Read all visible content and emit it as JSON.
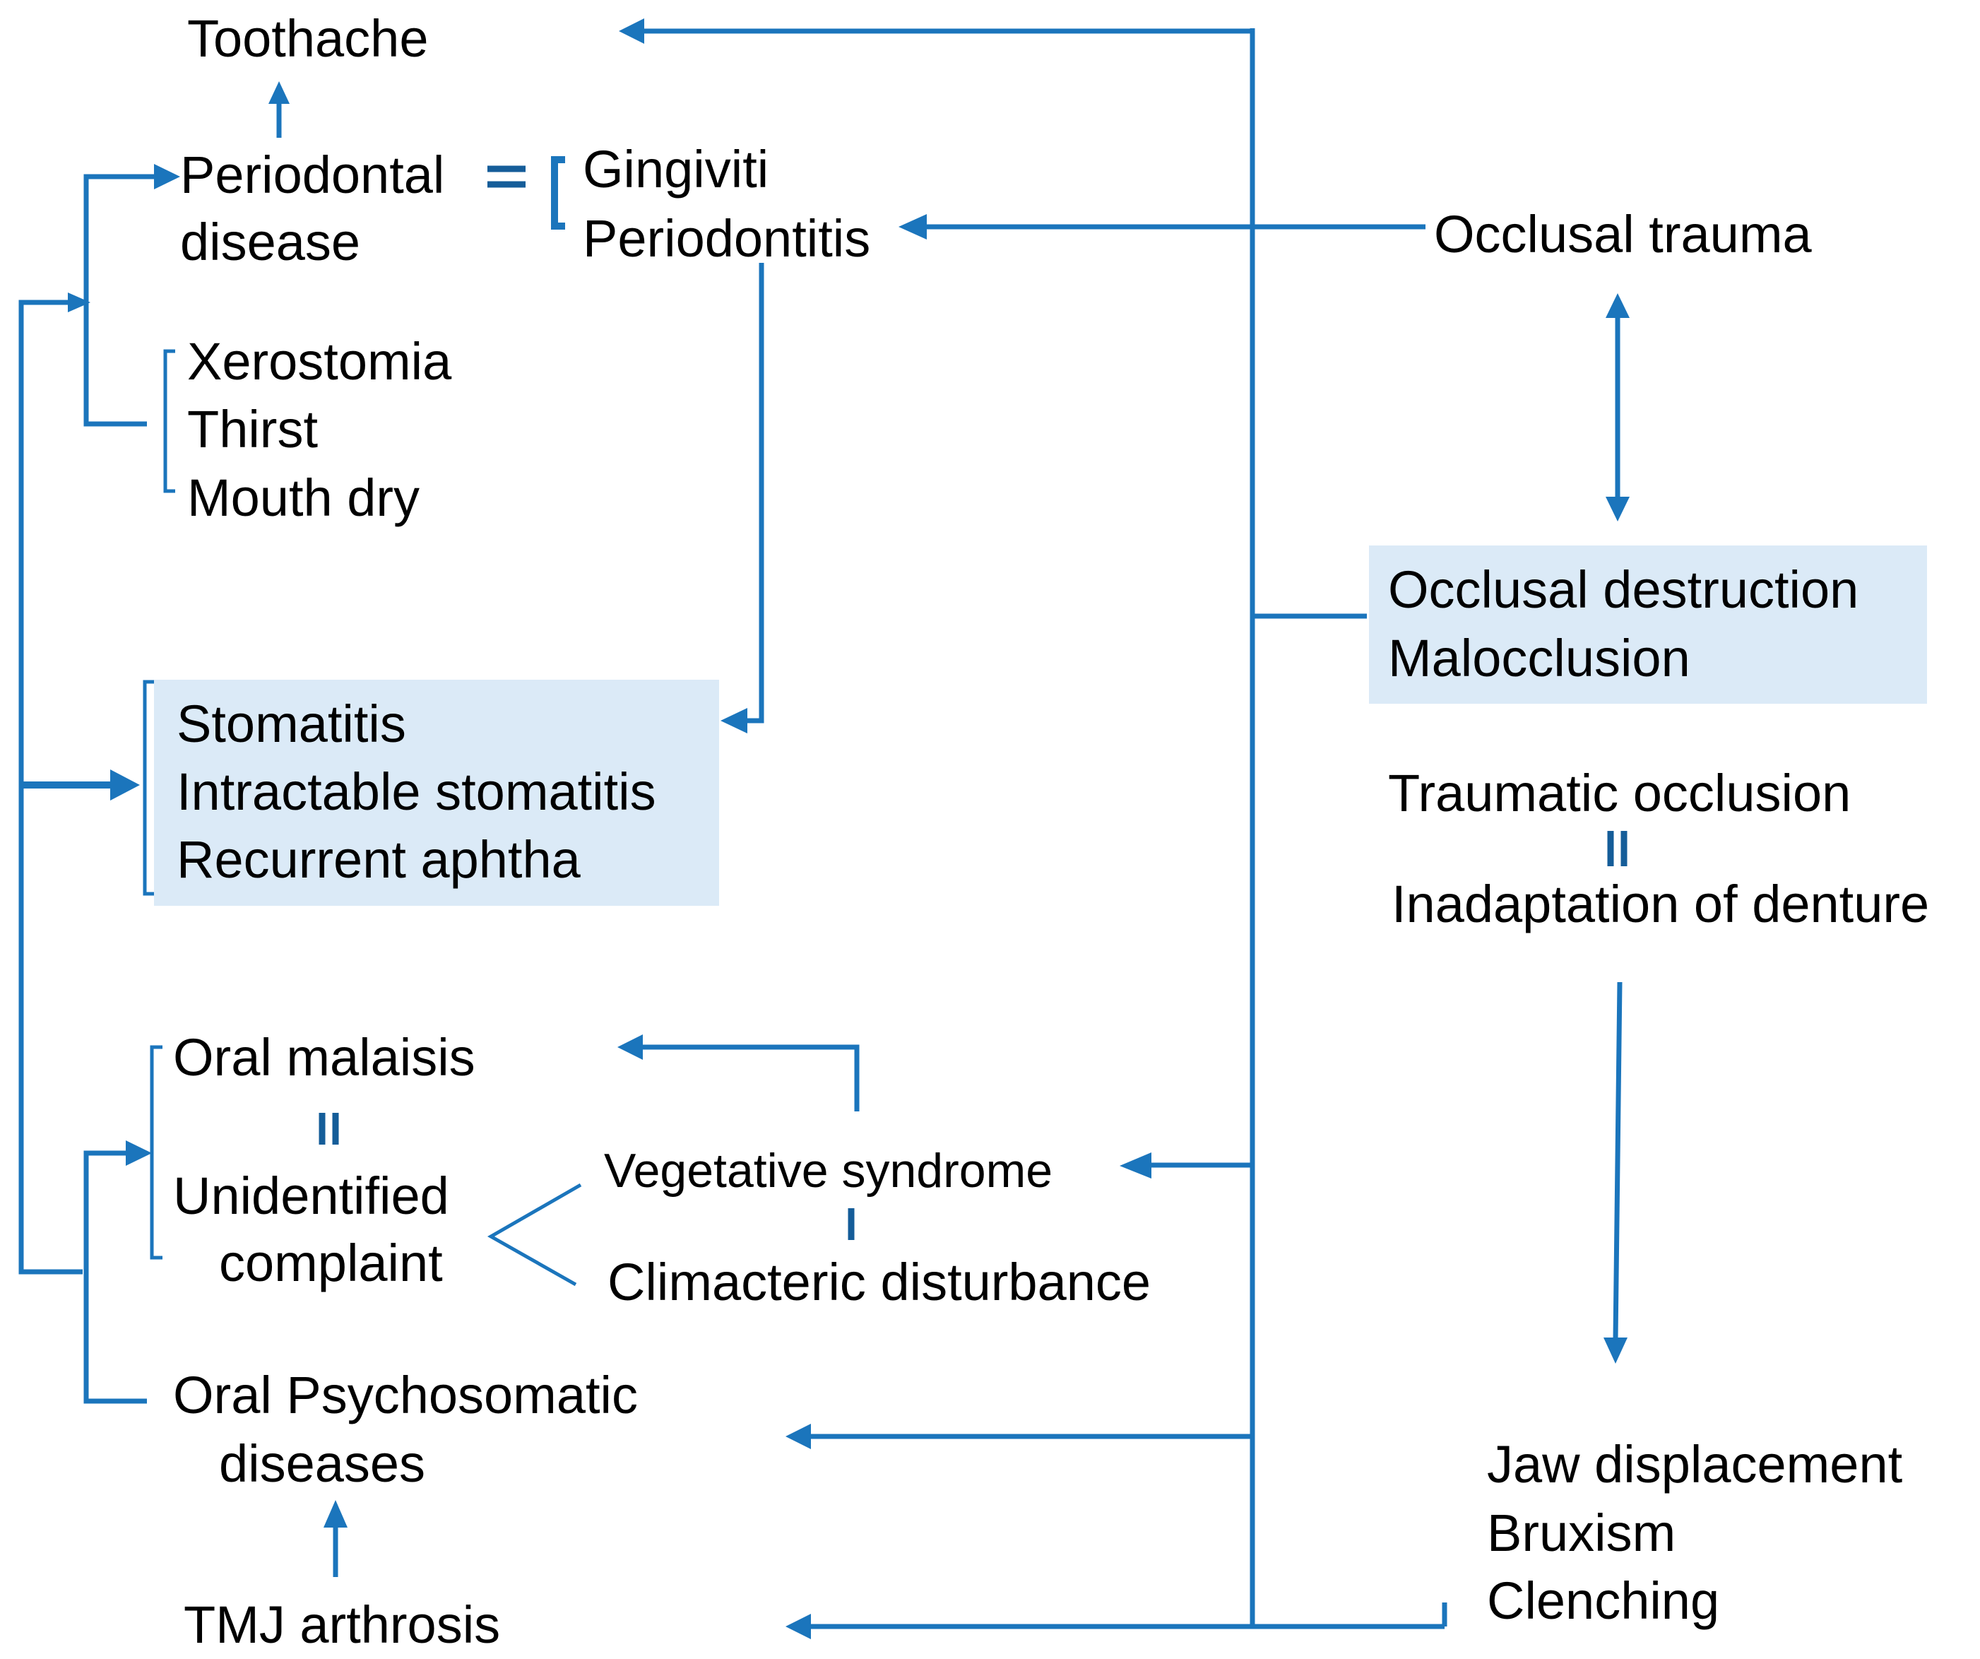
{
  "nodes": {
    "toothache": "Toothache",
    "periodontal_1": "Periodontal",
    "periodontal_2": "disease",
    "gingiviti": "Gingiviti",
    "periodontitis": "Periodontitis",
    "occlusal_trauma": "Occlusal trauma",
    "xerostomia": "Xerostomia",
    "thirst": "Thirst",
    "mouth_dry": "Mouth dry",
    "occlusal_destruction": "Occlusal destruction",
    "malocclusion": "Malocclusion",
    "stomatitis": "Stomatitis",
    "intractable_stomatitis": "Intractable stomatitis",
    "recurrent_aphtha": "Recurrent aphtha",
    "traumatic_occlusion": "Traumatic occlusion",
    "inadaptation_denture": "Inadaptation of denture",
    "oral_malaisis": "Oral malaisis",
    "unidentified_1": "Unidentified",
    "unidentified_2": "complaint",
    "vegetative_syndrome": "Vegetative syndrome",
    "climacteric_disturbance": "Climacteric disturbance",
    "oral_psychosomatic_1": "Oral Psychosomatic",
    "oral_psychosomatic_2": "diseases",
    "jaw_displacement": "Jaw displacement",
    "bruxism": "Bruxism",
    "clenching": "Clenching",
    "tmj_arthrosis": "TMJ arthrosis"
  },
  "colors": {
    "line": "#1b75bc",
    "equals": "#155d99",
    "highlight_box": "#dbeaf7",
    "text": "#000000"
  }
}
